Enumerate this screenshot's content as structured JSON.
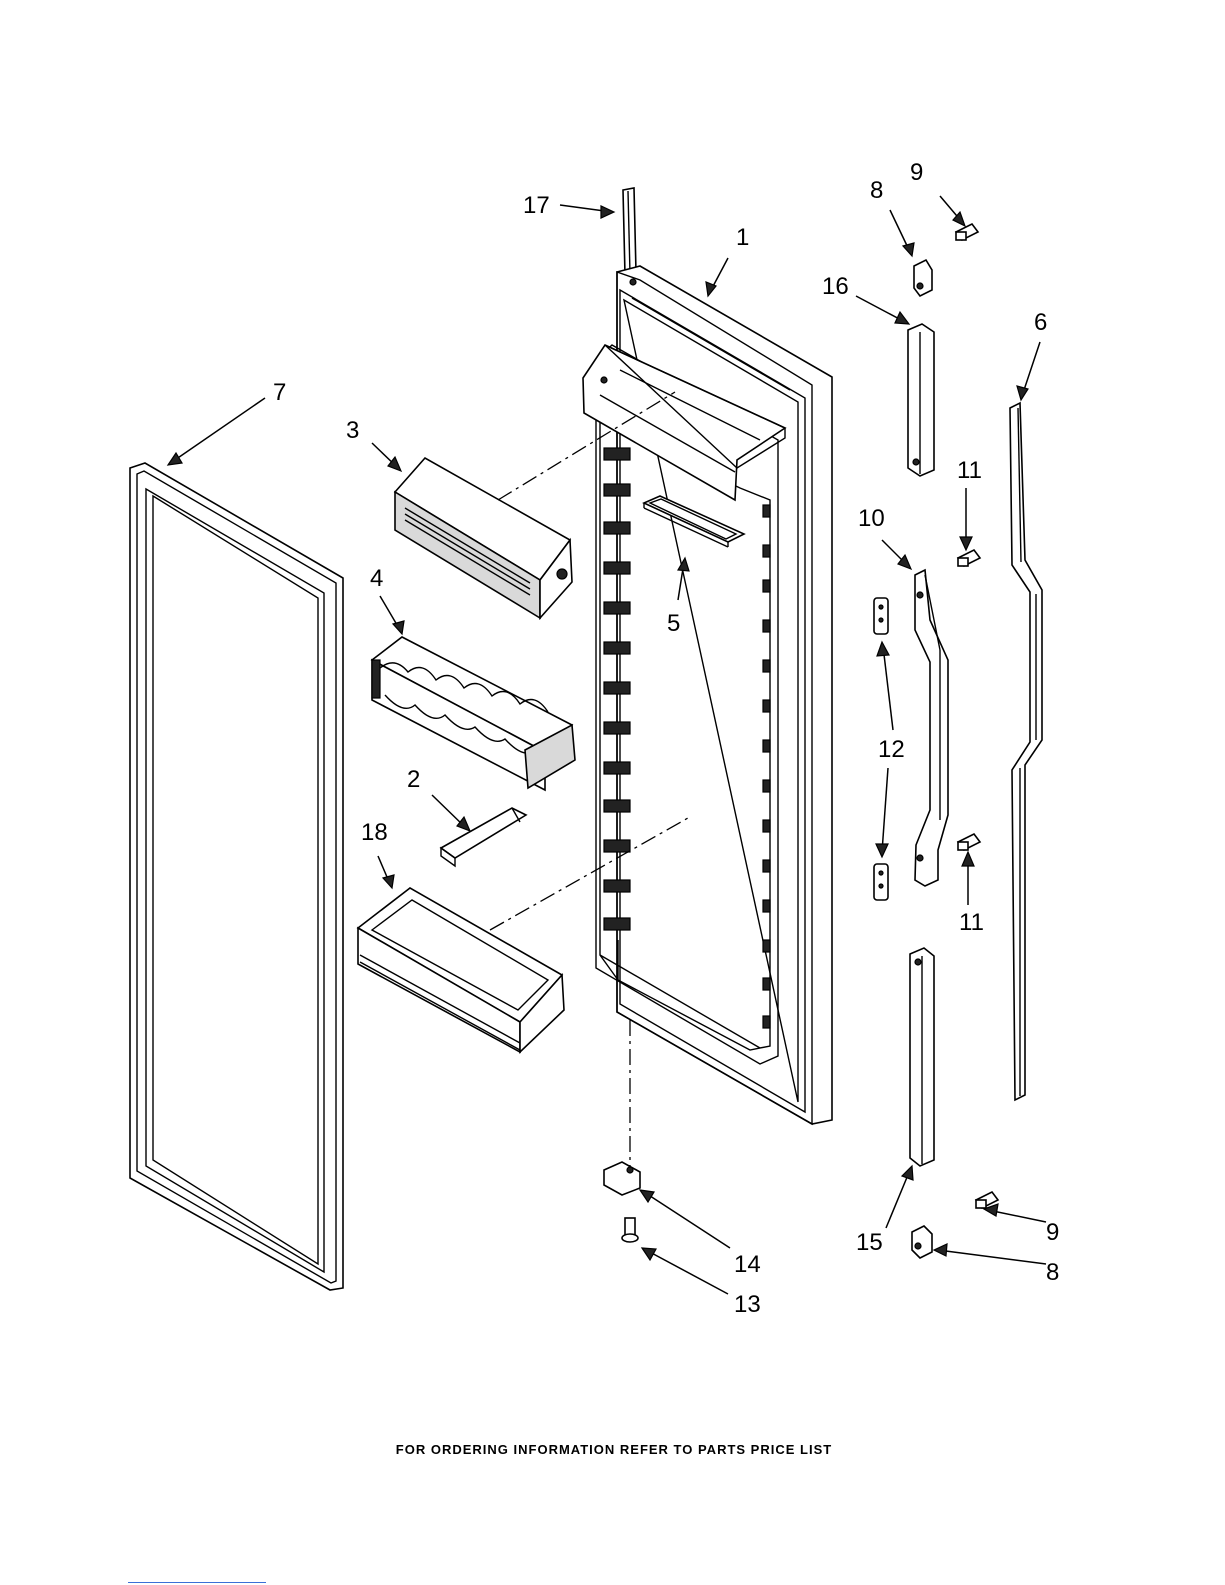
{
  "footer_text": "FOR ORDERING INFORMATION REFER TO PARTS PRICE LIST",
  "callouts": [
    {
      "id": "c17",
      "label": "17"
    },
    {
      "id": "c1",
      "label": "1"
    },
    {
      "id": "c8a",
      "label": "8"
    },
    {
      "id": "c9a",
      "label": "9"
    },
    {
      "id": "c16",
      "label": "16"
    },
    {
      "id": "c6",
      "label": "6"
    },
    {
      "id": "c7",
      "label": "7"
    },
    {
      "id": "c3",
      "label": "3"
    },
    {
      "id": "c11a",
      "label": "11"
    },
    {
      "id": "c10",
      "label": "10"
    },
    {
      "id": "c4",
      "label": "4"
    },
    {
      "id": "c5",
      "label": "5"
    },
    {
      "id": "c12",
      "label": "12"
    },
    {
      "id": "c2",
      "label": "2"
    },
    {
      "id": "c18",
      "label": "18"
    },
    {
      "id": "c11b",
      "label": "11"
    },
    {
      "id": "c9b",
      "label": "9"
    },
    {
      "id": "c15",
      "label": "15"
    },
    {
      "id": "c14",
      "label": "14"
    },
    {
      "id": "c8b",
      "label": "8"
    },
    {
      "id": "c13",
      "label": "13"
    }
  ]
}
